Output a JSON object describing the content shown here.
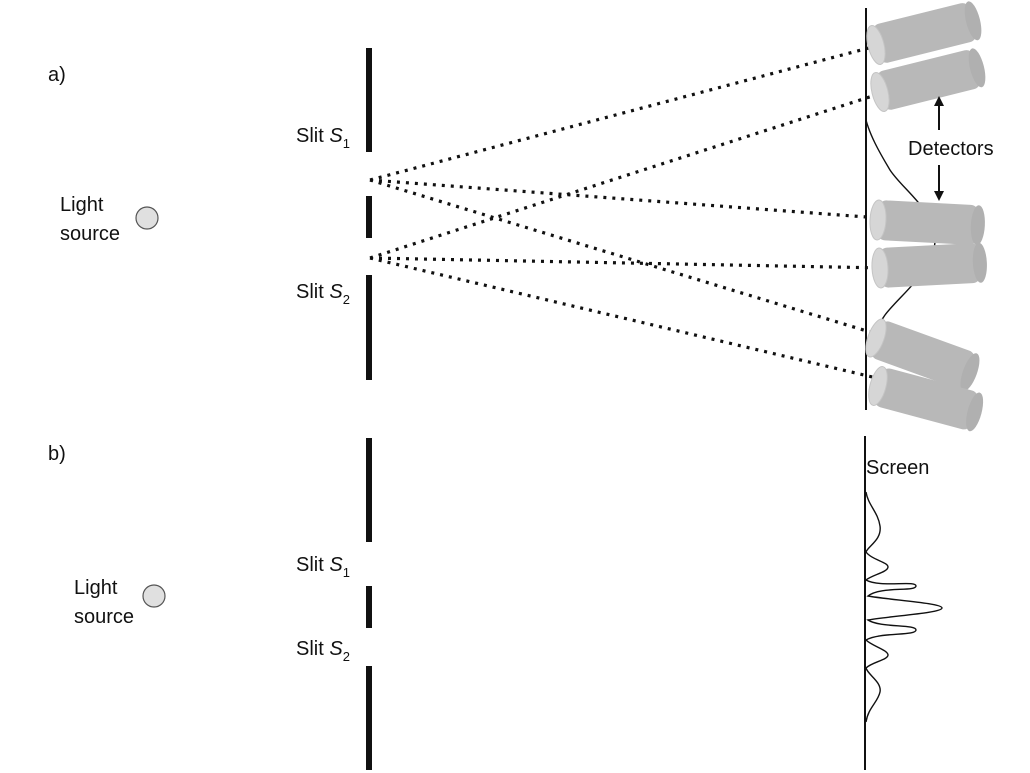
{
  "panel_a": {
    "panel_label": "a)",
    "source_label_line1": "Light",
    "source_label_line2": "source",
    "slit1_label": "Slit ",
    "slit1_symbol": "S",
    "slit1_subscript": "1",
    "slit2_label": "Slit ",
    "slit2_symbol": "S",
    "slit2_subscript": "2",
    "detectors_label": "Detectors"
  },
  "panel_b": {
    "panel_label": "b)",
    "source_label_line1": "Light",
    "source_label_line2": "source",
    "slit1_label": "Slit ",
    "slit1_symbol": "S",
    "slit1_subscript": "1",
    "slit2_label": "Slit ",
    "slit2_symbol": "S",
    "slit2_subscript": "2",
    "screen_label": "Screen"
  },
  "colors": {
    "ink": "#111111",
    "detector_fill": "#b8b8b8",
    "detector_face": "#d6d6d6",
    "source_fill": "#e0e0e0"
  }
}
